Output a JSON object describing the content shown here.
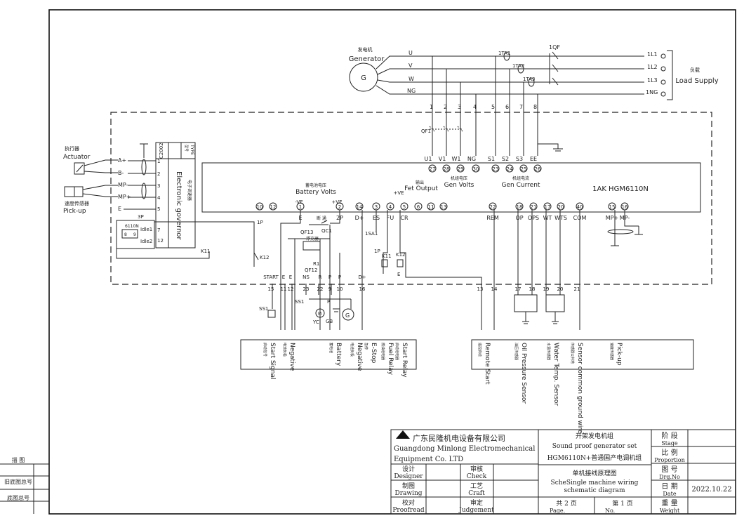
{
  "generator": {
    "cn": "发电机",
    "en": "Generator",
    "symbol": "G"
  },
  "phases": [
    "U",
    "V",
    "W",
    "NG"
  ],
  "load_outputs": [
    "1L1",
    "1L2",
    "1L3",
    "1NG"
  ],
  "load_supply": {
    "cn": "负载",
    "en": "Load Supply"
  },
  "ct_labels": [
    "1TA1",
    "1TA2",
    "1TA3"
  ],
  "breaker_label": "1QF",
  "qf1_label": "QF1",
  "bus_numbers": [
    "1",
    "2",
    "3",
    "4",
    "5",
    "6",
    "7",
    "8"
  ],
  "controller": {
    "model": "1AK HGM6110N",
    "gen_volts_cn": "机组电压",
    "gen_volts": "Gen Volts",
    "gen_current_cn": "机组电流",
    "gen_current": "Gen Current",
    "battery_volts_cn": "蓄电池电压",
    "battery_volts": "Battery Volts",
    "fet_output_cn": "输出",
    "fet_output": "Fet Output",
    "ve_pos": "+VE",
    "ve_neg": "-VE",
    "top_terminals": [
      {
        "label": "U1",
        "num": "27"
      },
      {
        "label": "V1",
        "num": "28"
      },
      {
        "label": "W1",
        "num": "29"
      },
      {
        "label": "NG",
        "num": "30"
      },
      {
        "label": "S1",
        "num": "23"
      },
      {
        "label": "S2",
        "num": "24"
      },
      {
        "label": "S3",
        "num": "25"
      },
      {
        "label": "EE",
        "num": "26"
      }
    ],
    "bottom_terminals": [
      {
        "num": "10",
        "label": ""
      },
      {
        "num": "12",
        "label": ""
      },
      {
        "num": "1",
        "label": "E"
      },
      {
        "num": "2",
        "label": "2P"
      },
      {
        "num": "14",
        "label": "D+"
      },
      {
        "num": "3",
        "label": "ES"
      },
      {
        "num": "4",
        "label": "FU"
      },
      {
        "num": "5",
        "label": "CR"
      },
      {
        "num": "6",
        "label": ""
      },
      {
        "num": "11",
        "label": ""
      },
      {
        "num": "13",
        "label": ""
      },
      {
        "num": "22",
        "label": "REM"
      },
      {
        "num": "18",
        "label": "OP"
      },
      {
        "num": "21",
        "label": "OPS"
      },
      {
        "num": "17",
        "label": "WT"
      },
      {
        "num": "20",
        "label": "WTS"
      },
      {
        "num": "40",
        "label": "COM"
      },
      {
        "num": "15",
        "label": "MP+"
      },
      {
        "num": "16",
        "label": "MP-"
      }
    ]
  },
  "governor": {
    "title": "Electronic governor",
    "cn": "电子调速器",
    "model": "C2002",
    "type_label": "TYPE",
    "type_cn": "型号",
    "terminals": [
      "1",
      "2",
      "3",
      "4",
      "5",
      "7",
      "12"
    ],
    "actuator_cn": "执行器",
    "actuator": "Actuator",
    "pickup_cn": "速度传感器",
    "pickup": "Pick-up",
    "wires": [
      "A+",
      "B-",
      "MP-",
      "MP+",
      "E"
    ],
    "idle_labels": [
      "6110N",
      "Idle1",
      "Idle2"
    ],
    "idle_contacts": [
      "8",
      "9"
    ],
    "p3": "3P",
    "p1": "1P"
  },
  "aux": {
    "k11": "K11",
    "k12": "K12",
    "qf13": "QF13",
    "qf12": "QF12",
    "qc1": "QC1",
    "r1": "R1",
    "float_cn": "浮充器",
    "switch_cn": "断 通",
    "ss1": "SS1",
    "yc": "YC",
    "gb": "GB",
    "m": "M",
    "g": "G",
    "sa1": "1SA1",
    "p_labels": [
      "P",
      "P",
      "P"
    ],
    "d_plus": "D+",
    "e_label": "E"
  },
  "terminal_strip": [
    {
      "label": "START",
      "num": "15"
    },
    {
      "label": "E",
      "num": "11"
    },
    {
      "label": "E",
      "num": "12"
    },
    {
      "label": "NS",
      "num": "23"
    },
    {
      "label": "R",
      "num": "22"
    },
    {
      "label": "P",
      "num": "9"
    },
    {
      "label": "P",
      "num": "10"
    },
    {
      "label": "D+",
      "num": "16"
    },
    {
      "label": "",
      "num": "13"
    },
    {
      "label": "",
      "num": "14"
    },
    {
      "label": "",
      "num": "17"
    },
    {
      "label": "",
      "num": "18"
    },
    {
      "label": "",
      "num": "19"
    },
    {
      "label": "",
      "num": "20"
    },
    {
      "label": "",
      "num": "21"
    }
  ],
  "signals": [
    {
      "cn": "启动信号",
      "en": "Start Signal"
    },
    {
      "cn": "电池负极",
      "en": "Negative"
    },
    {
      "cn": "蓄电池",
      "en": "Battery"
    },
    {
      "cn": "电池负极",
      "en": "Negative"
    },
    {
      "cn": "急停",
      "en": "E-Stop"
    },
    {
      "cn": "燃油继电器",
      "en": "Fuel Relay"
    },
    {
      "cn": "启动继电器",
      "en": "Start Relay"
    },
    {
      "cn": "遥控启动",
      "en": "Remote Start"
    },
    {
      "cn": "油压传感器",
      "en": "Oil Pressure Sensor"
    },
    {
      "cn": "水温传感器",
      "en": "Water Temp. Sensor"
    },
    {
      "cn": "传感器公共地",
      "en": "Sensor common ground wire"
    },
    {
      "cn": "速度传感器",
      "en": "Pick-up"
    }
  ],
  "title_block": {
    "company_cn": "广东民隆机电设备有限公司",
    "company_en_1": "Guangdong Minlong Electromechanical",
    "company_en_2": "Equipment Co. LTD",
    "designer_cn": "设计",
    "designer_en": "Designer",
    "check_cn": "审核",
    "check_en": "Check",
    "drawing_cn": "制图",
    "drawing_en": "Drawing",
    "craft_cn": "工艺",
    "craft_en": "Craft",
    "proofread_cn": "校对",
    "proofread_en": "Proofread",
    "judgement_cn": "审定",
    "judgement_en": "Judgement",
    "project_cn": "开架发电机组",
    "project_en": "Sound proof generator set",
    "model_cn": "HGM6110N+普通国产电调机组",
    "sheet_title_cn": "单机接线原理图",
    "sheet_title_en_1": "ScheSingle machine wiring",
    "sheet_title_en_2": "schematic diagram",
    "pages_text": "共  2  页",
    "page_en": "Page.",
    "sheet_no_text": "第  1  页",
    "no_en": "No.",
    "stage_cn": "阶 段",
    "stage_en": "Stage",
    "proportion_cn": "比 例",
    "proportion_en": "Proportion",
    "drg_cn": "图 号",
    "drg_en": "Drg.No",
    "date_cn": "日 期",
    "date_en": "Date",
    "date": "2022.10.22",
    "weight_cn": "重 量",
    "weight_en": "Weight"
  },
  "left_margin": [
    "描    图",
    "旧底图总号",
    "底图总号"
  ]
}
